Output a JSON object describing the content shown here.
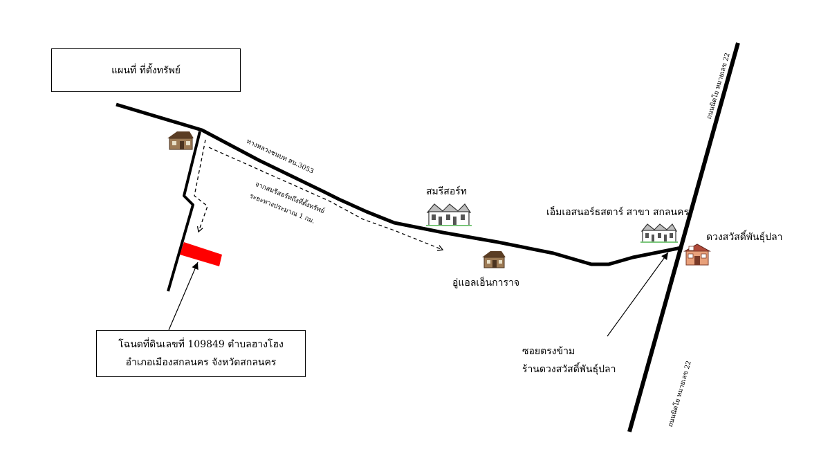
{
  "title": "แผนที่ ที่ตั้งทรัพย์",
  "roads": {
    "main": "ทางหลวงชนบท สน.3053",
    "highway_top": "ถนนนิตโย หมายเลข 22",
    "highway_bottom": "ถนนนิตโย หมายเลข 22"
  },
  "route_note": {
    "line1": "จากสมรีสอร์ทถึงที่ตั้งทรัพย์",
    "line2": "ระยะทางประมาณ 1 กม."
  },
  "landmarks": {
    "resort": "สมรีสอร์ท",
    "ms_store": "เอ็มเอสนอร์ธสตาร์ สาขา สกลนคร",
    "duangsawat": "ดวงสวัสดิ์พันธุ์ปลา",
    "garage": "อู่แอลเอ็นการาจ"
  },
  "property": {
    "line1": "โฉนดที่ดินเลขที่ 109849 ตำบลฮางโฮง",
    "line2": "อำเภอเมืองสกลนคร จังหวัดสกลนคร",
    "marker_color": "#ff0000"
  },
  "soi_note": {
    "line1": "ซอยตรงข้าม",
    "line2": "ร้านดวงสวัสดิ์พันธุ์ปลา"
  },
  "icons": {
    "house": "house-icon",
    "townhouse": "townhouse-icon",
    "shop": "shop-icon"
  }
}
